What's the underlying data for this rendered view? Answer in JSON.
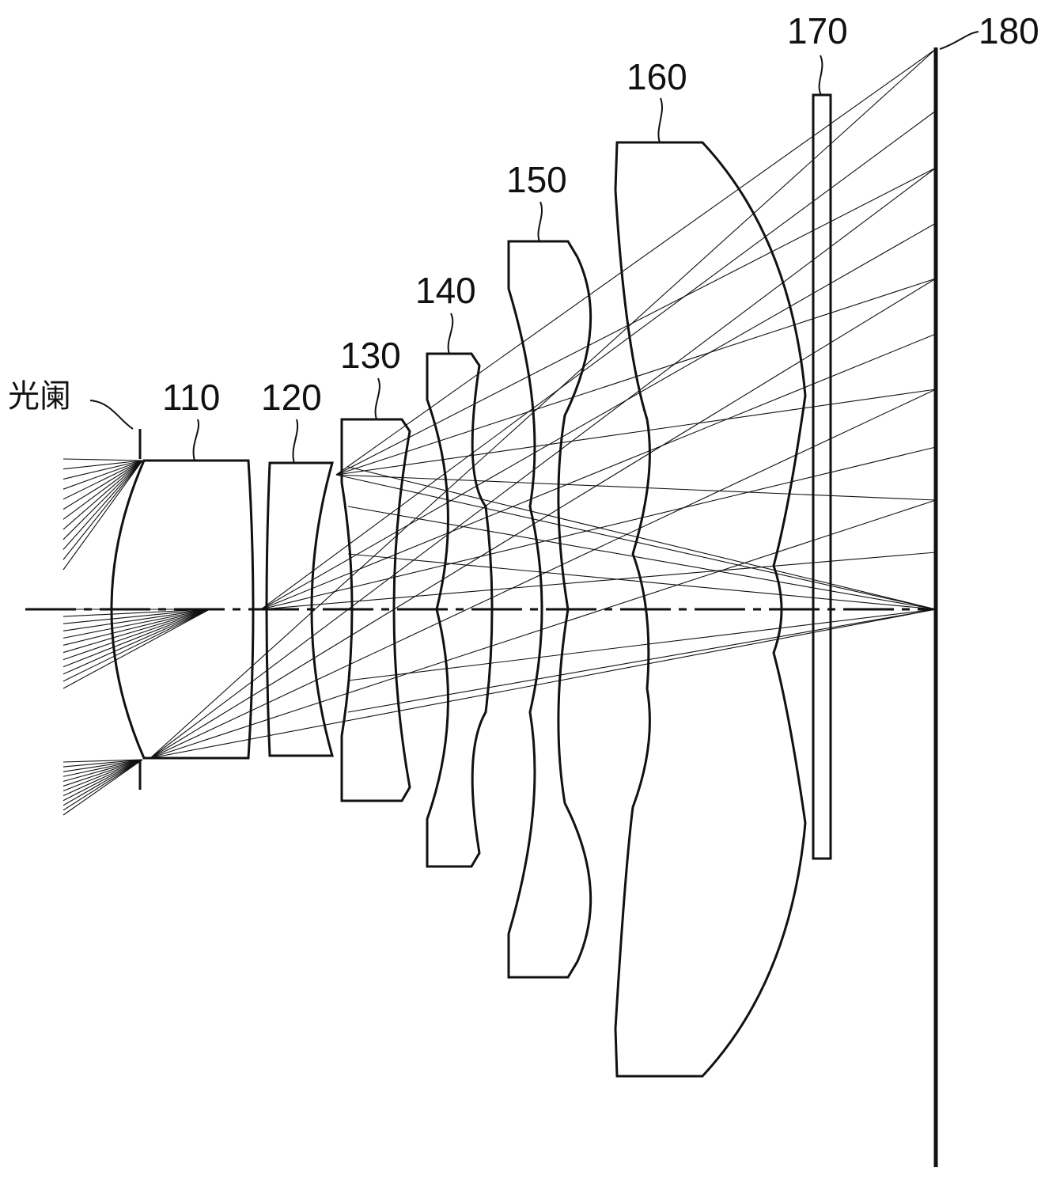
{
  "labels": {
    "stop": "光阑",
    "lens1": "110",
    "lens2": "120",
    "lens3": "130",
    "lens4": "140",
    "lens5": "150",
    "lens6": "160",
    "filter": "170",
    "image_plane": "180"
  }
}
